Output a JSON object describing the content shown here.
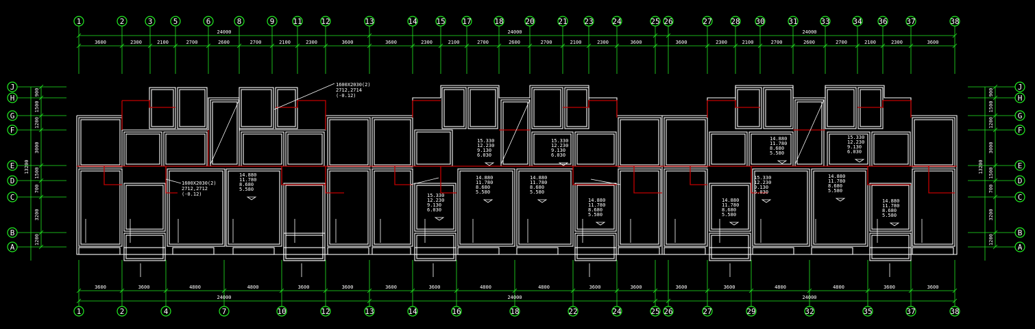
{
  "top_axes": [
    "1",
    "2",
    "3",
    "5",
    "6",
    "8",
    "9",
    "11",
    "12",
    "13",
    "14",
    "15",
    "17",
    "18",
    "20",
    "21",
    "23",
    "24",
    "25",
    "26",
    "27",
    "28",
    "30",
    "31",
    "33",
    "34",
    "36",
    "37",
    "38"
  ],
  "bottom_axes": [
    "1",
    "2",
    "4",
    "7",
    "10",
    "12",
    "13",
    "14",
    "16",
    "18",
    "22",
    "24",
    "25",
    "26",
    "27",
    "29",
    "32",
    "35",
    "37",
    "38"
  ],
  "side_axes": [
    "J",
    "H",
    "G",
    "F",
    "E",
    "D",
    "C",
    "B",
    "A"
  ],
  "top_totals": [
    "24000",
    "24000",
    "24000"
  ],
  "top_dims": [
    "3600",
    "2300",
    "2100",
    "2700",
    "2600",
    "2700",
    "2100",
    "2300",
    "3600",
    "3600",
    "2300",
    "2100",
    "2700",
    "2600",
    "2700",
    "2100",
    "2300",
    "3600",
    "3600",
    "2300",
    "2100",
    "2700",
    "2600",
    "2700",
    "2100",
    "2300",
    "3600"
  ],
  "bottom_totals": [
    "24000",
    "24000",
    "24000"
  ],
  "bottom_dims": [
    "3600",
    "3600",
    "4800",
    "4800",
    "3600",
    "3600",
    "3600",
    "3600",
    "4800",
    "4800",
    "3600",
    "3600",
    "3600",
    "3600",
    "4800",
    "4800",
    "3600",
    "3600",
    "3600"
  ],
  "side_dims": [
    "900",
    "1500",
    "1200",
    "3000",
    "1500",
    "700",
    "3200",
    "1200"
  ],
  "side_total": "13200",
  "elevation_blocks": [
    {
      "lines": [
        "15.330",
        "12.230",
        "9.130",
        "6.030"
      ]
    },
    {
      "lines": [
        "15.330",
        "12.230",
        "9.130",
        "6.030"
      ]
    },
    {
      "lines": [
        "14.880",
        "11.780",
        "8.680",
        "5.580"
      ]
    },
    {
      "lines": [
        "14.880",
        "11.780",
        "8.680",
        "5.580"
      ]
    },
    {
      "lines": [
        "15.330",
        "12.230",
        "9.130",
        "6.030"
      ]
    },
    {
      "lines": [
        "15.330",
        "12.230",
        "9.130",
        "6.030"
      ]
    },
    {
      "lines": [
        "14.880",
        "11.780",
        "8.680",
        "5.580"
      ]
    },
    {
      "lines": [
        "14.880",
        "11.780",
        "8.680",
        "5.580"
      ]
    },
    {
      "lines": [
        "15.330",
        "12.230",
        "9.130",
        "6.030"
      ]
    },
    {
      "lines": [
        "14.880",
        "11.780",
        "8.680",
        "5.580"
      ]
    },
    {
      "lines": [
        "14.880",
        "11.780",
        "8.680",
        "5.580"
      ]
    },
    {
      "lines": [
        "14.880",
        "11.780",
        "8.680",
        "5.580"
      ]
    },
    {
      "lines": [
        "14.880",
        "11.780",
        "8.680",
        "5.580"
      ]
    }
  ],
  "callouts": [
    {
      "lines": [
        "1600X2030(2)",
        "2712,2714",
        "(-0.12)"
      ]
    },
    {
      "lines": [
        "1600X2030(2)",
        "2712,2712",
        "(-0.12)"
      ]
    }
  ]
}
